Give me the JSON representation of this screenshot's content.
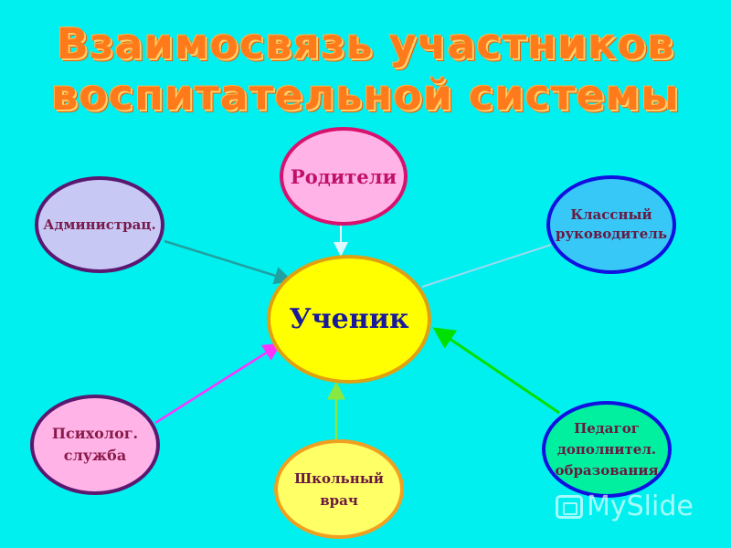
{
  "title": {
    "line1": "Взаимосвязь участников",
    "line2": "воспитательной системы"
  },
  "center": {
    "label": "Ученик"
  },
  "nodes": {
    "parents": {
      "label": "Родители"
    },
    "admin": {
      "label": "Администрац."
    },
    "class_teacher": {
      "label": "Классный\nруководитель"
    },
    "psych": {
      "label": "Психолог.\nслужба"
    },
    "doctor": {
      "label": "Школьный\nврач"
    },
    "extra_teacher": {
      "label": "Педагог\nдополнител.\nобразования"
    }
  },
  "watermark": {
    "text": "MySlide"
  },
  "colors": {
    "background": "#00f0f0",
    "title": "#ff7a1a",
    "center_fill": "#ffff00",
    "parents_fill": "#ffb3e6",
    "admin_fill": "#c8c8f5",
    "class_teacher_fill": "#38c8f8",
    "psych_fill": "#ffb3e6",
    "doctor_fill": "#ffff66",
    "extra_teacher_fill": "#00f0a0"
  }
}
